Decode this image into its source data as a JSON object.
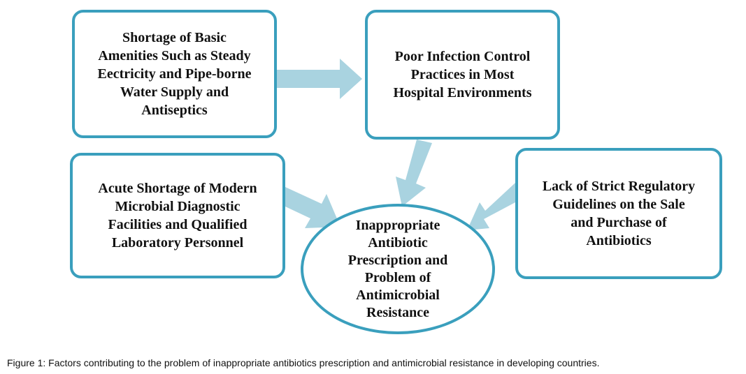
{
  "diagram": {
    "nodes": {
      "amenities": "Shortage of Basic\nAmenities Such as Steady\nEectricity and Pipe-borne\nWater Supply and\nAntiseptics",
      "infection_control": "Poor Infection Control\nPractices in Most\nHospital Environments",
      "diagnostics": "Acute Shortage of Modern\nMicrobial Diagnostic\nFacilities and Qualified\nLaboratory Personnel",
      "regulatory": "Lack of Strict Regulatory\nGuidelines on the Sale\nand Purchase of\nAntibiotics",
      "central": "Inappropriate\nAntibiotic\nPrescription and\nProblem of\nAntimicrobial\nResistance"
    },
    "edges": [
      {
        "from": "amenities",
        "to": "infection_control"
      },
      {
        "from": "infection_control",
        "to": "central"
      },
      {
        "from": "diagnostics",
        "to": "central"
      },
      {
        "from": "regulatory",
        "to": "central"
      }
    ],
    "colors": {
      "border": "#3a9fbd",
      "arrow": "#a9d3e0"
    }
  },
  "caption": {
    "label": "Figure 1:",
    "text": " Factors contributing to the problem of inappropriate antibiotics prescription and antimicrobial resistance in developing countries."
  }
}
